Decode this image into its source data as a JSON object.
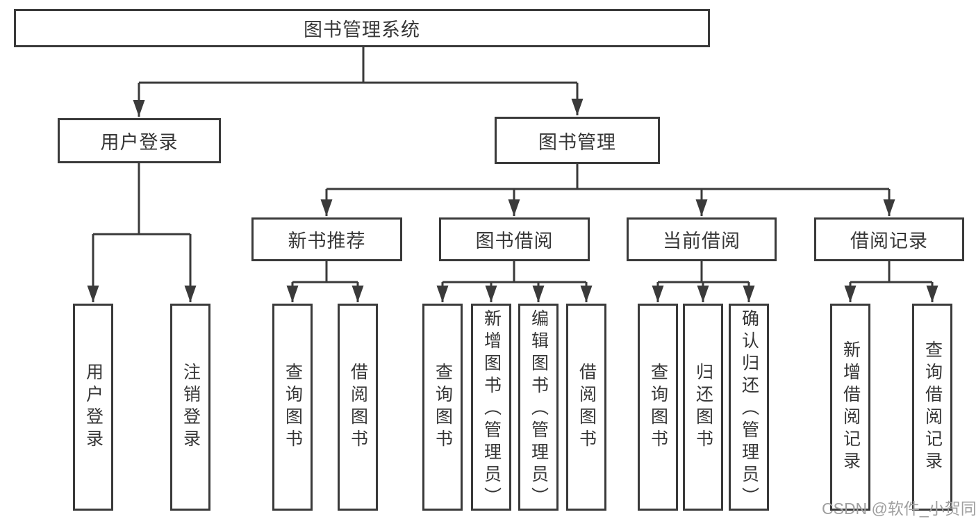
{
  "diagram": {
    "title": "图书管理系统",
    "level2": [
      {
        "label": "用户登录"
      },
      {
        "label": "图书管理"
      }
    ],
    "level3": [
      {
        "label": "新书推荐",
        "parent": "图书管理"
      },
      {
        "label": "图书借阅",
        "parent": "图书管理"
      },
      {
        "label": "当前借阅",
        "parent": "图书管理"
      },
      {
        "label": "借阅记录",
        "parent": "图书管理"
      }
    ],
    "leaves": [
      {
        "label": "用户登录",
        "parent": "用户登录"
      },
      {
        "label": "注销登录",
        "parent": "用户登录"
      },
      {
        "label": "查询图书",
        "parent": "新书推荐"
      },
      {
        "label": "借阅图书",
        "parent": "新书推荐"
      },
      {
        "label": "查询图书",
        "parent": "图书借阅"
      },
      {
        "label": "新增图书（管理员）",
        "parent": "图书借阅"
      },
      {
        "label": "编辑图书（管理员）",
        "parent": "图书借阅"
      },
      {
        "label": "借阅图书",
        "parent": "图书借阅"
      },
      {
        "label": "查询图书",
        "parent": "当前借阅"
      },
      {
        "label": "归还图书",
        "parent": "当前借阅"
      },
      {
        "label": "确认归还（管理员）",
        "parent": "当前借阅"
      },
      {
        "label": "新增借阅记录",
        "parent": "借阅记录"
      },
      {
        "label": "查询借阅记录",
        "parent": "借阅记录"
      }
    ]
  },
  "watermark": {
    "text": "CSDN @软件_小贺同学"
  },
  "colors": {
    "line": "#3a3a3a",
    "text": "#363636",
    "box_background": "#ffffff",
    "watermark": "#9f9f9f",
    "background": "#ffffff"
  }
}
